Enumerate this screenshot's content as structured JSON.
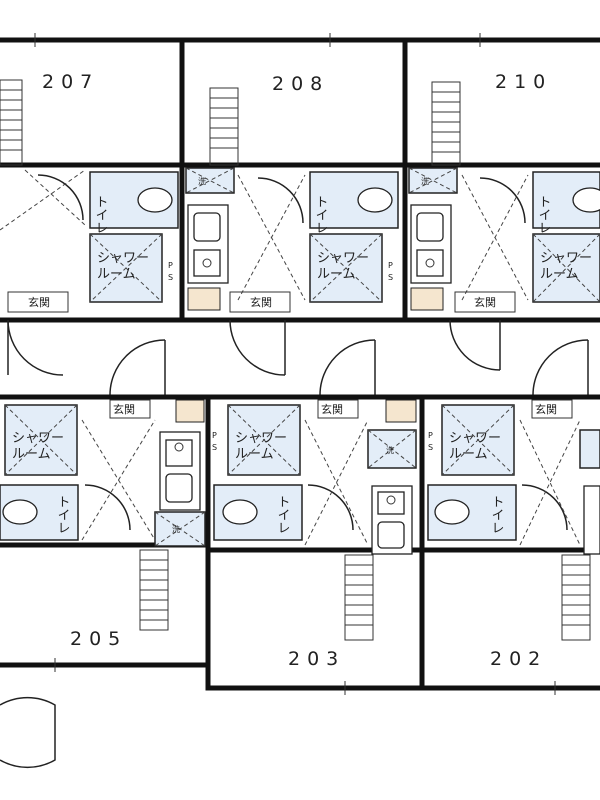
{
  "units": [
    {
      "number": "207"
    },
    {
      "number": "208"
    },
    {
      "number": "210"
    },
    {
      "number": "205"
    },
    {
      "number": "203"
    },
    {
      "number": "202"
    }
  ],
  "labels": {
    "toilet": "トイレ",
    "shower_room_1": "シャワー",
    "shower_room_2": "ルーム",
    "entrance": "玄関",
    "pipe_space_1": "P",
    "pipe_space_2": "S",
    "washer": "洗"
  }
}
